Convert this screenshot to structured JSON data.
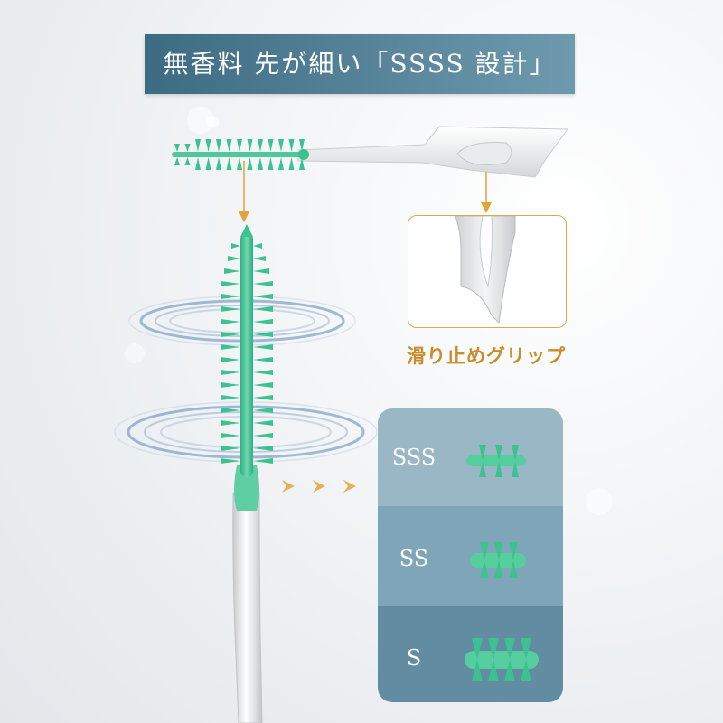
{
  "title": "無香料  先が細い「SSSS 設計」",
  "grip_label": "滑り止めグリップ",
  "sizes": [
    {
      "label": "SSS"
    },
    {
      "label": "SS"
    },
    {
      "label": "S"
    }
  ],
  "colors": {
    "banner": "#4a7890",
    "bristle_green": "#3cc290",
    "arrow_gold": "#e2a33c",
    "panel_top": "#9ab7c6",
    "panel_mid": "#7fa5b9",
    "panel_bottom": "#628ca2"
  }
}
